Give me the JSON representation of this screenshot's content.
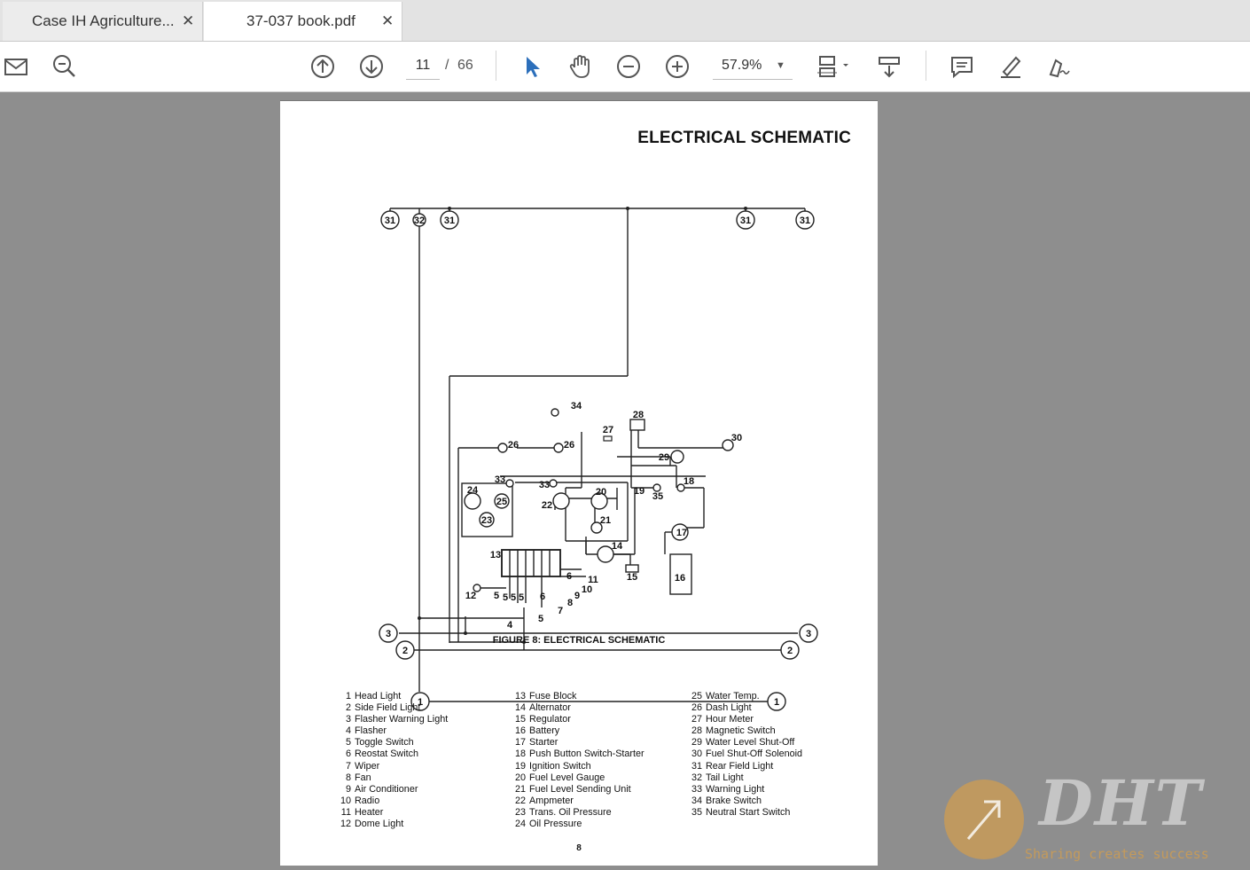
{
  "tabs": [
    {
      "title": "Case IH Agriculture...",
      "close": "✕"
    },
    {
      "title": "37-037 book.pdf",
      "close": "✕"
    }
  ],
  "toolbar": {
    "page_current": "11",
    "page_sep": "/",
    "page_total": "66",
    "zoom": "57.9%",
    "icons": [
      "mail-icon",
      "search-icon",
      "page-up-icon",
      "page-down-icon",
      "select-cursor-icon",
      "hand-tool-icon",
      "zoom-out-icon",
      "zoom-in-icon",
      "fit-page-icon",
      "scroll-mode-icon",
      "comment-icon",
      "highlight-icon",
      "sign-icon"
    ]
  },
  "page": {
    "heading": "ELECTRICAL SCHEMATIC",
    "caption": "FIGURE 8: ELECTRICAL SCHEMATIC",
    "page_number": "8",
    "diagram_labels": {
      "top": [
        "31",
        "32",
        "31",
        "31",
        "31"
      ],
      "center": [
        "34",
        "28",
        "27",
        "30",
        "26",
        "26",
        "29",
        "33",
        "33",
        "18",
        "19",
        "35",
        "24",
        "25",
        "20",
        "22",
        "21",
        "23",
        "17",
        "14",
        "13",
        "15",
        "16",
        "6",
        "11",
        "10",
        "12",
        "5",
        "5",
        "5",
        "5",
        "6",
        "9",
        "8",
        "7",
        "5",
        "4"
      ],
      "bus": [
        "3",
        "3",
        "2",
        "2",
        "1",
        "1"
      ]
    },
    "legend_col1": [
      {
        "n": "1",
        "t": "Head Light"
      },
      {
        "n": "2",
        "t": "Side Field Light"
      },
      {
        "n": "3",
        "t": "Flasher Warning Light"
      },
      {
        "n": "4",
        "t": "Flasher"
      },
      {
        "n": "5",
        "t": "Toggle Switch"
      },
      {
        "n": "6",
        "t": "Reostat Switch"
      },
      {
        "n": "7",
        "t": "Wiper"
      },
      {
        "n": "8",
        "t": "Fan"
      },
      {
        "n": "9",
        "t": "Air Conditioner"
      },
      {
        "n": "10",
        "t": "Radio"
      },
      {
        "n": "11",
        "t": "Heater"
      },
      {
        "n": "12",
        "t": "Dome Light"
      }
    ],
    "legend_col2": [
      {
        "n": "13",
        "t": "Fuse Block"
      },
      {
        "n": "14",
        "t": "Alternator"
      },
      {
        "n": "15",
        "t": "Regulator"
      },
      {
        "n": "16",
        "t": "Battery"
      },
      {
        "n": "17",
        "t": "Starter"
      },
      {
        "n": "18",
        "t": "Push Button Switch-Starter"
      },
      {
        "n": "19",
        "t": "Ignition Switch"
      },
      {
        "n": "20",
        "t": "Fuel Level Gauge"
      },
      {
        "n": "21",
        "t": "Fuel Level Sending Unit"
      },
      {
        "n": "22",
        "t": "Ampmeter"
      },
      {
        "n": "23",
        "t": "Trans. Oil Pressure"
      },
      {
        "n": "24",
        "t": "Oil Pressure"
      }
    ],
    "legend_col3": [
      {
        "n": "25",
        "t": "Water Temp."
      },
      {
        "n": "26",
        "t": "Dash Light"
      },
      {
        "n": "27",
        "t": "Hour Meter"
      },
      {
        "n": "28",
        "t": "Magnetic Switch"
      },
      {
        "n": "29",
        "t": "Water Level Shut-Off"
      },
      {
        "n": "30",
        "t": "Fuel Shut-Off Solenoid"
      },
      {
        "n": "31",
        "t": "Rear Field Light"
      },
      {
        "n": "32",
        "t": "Tail Light"
      },
      {
        "n": "33",
        "t": "Warning Light"
      },
      {
        "n": "34",
        "t": "Brake Switch"
      },
      {
        "n": "35",
        "t": "Neutral Start Switch"
      }
    ]
  },
  "watermark": {
    "text": "DHT",
    "tagline": "Sharing creates success",
    "colors": {
      "logo": "#e8a33a",
      "text": "#cfcfcf"
    }
  }
}
